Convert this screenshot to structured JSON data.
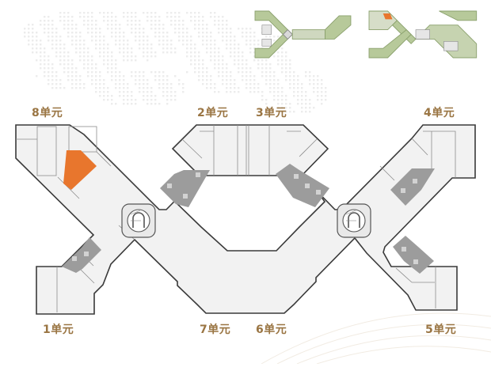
{
  "labels": {
    "unit_8": "8单元",
    "unit_2": "2单元",
    "unit_3": "3单元",
    "unit_4": "4单元",
    "unit_1": "1单元",
    "unit_7": "7单元",
    "unit_6": "6单元",
    "unit_5": "5单元"
  },
  "colors": {
    "label": "#9a7543",
    "wall": "#3a3a3a",
    "floor": "#f2f2f2",
    "core": "#9c9c9c",
    "highlight": "#e8762d",
    "thumbnail_green": "#a9be8a"
  },
  "icons": {
    "stair": "spiral-stair-icon",
    "core": "elevator-core-icon"
  }
}
